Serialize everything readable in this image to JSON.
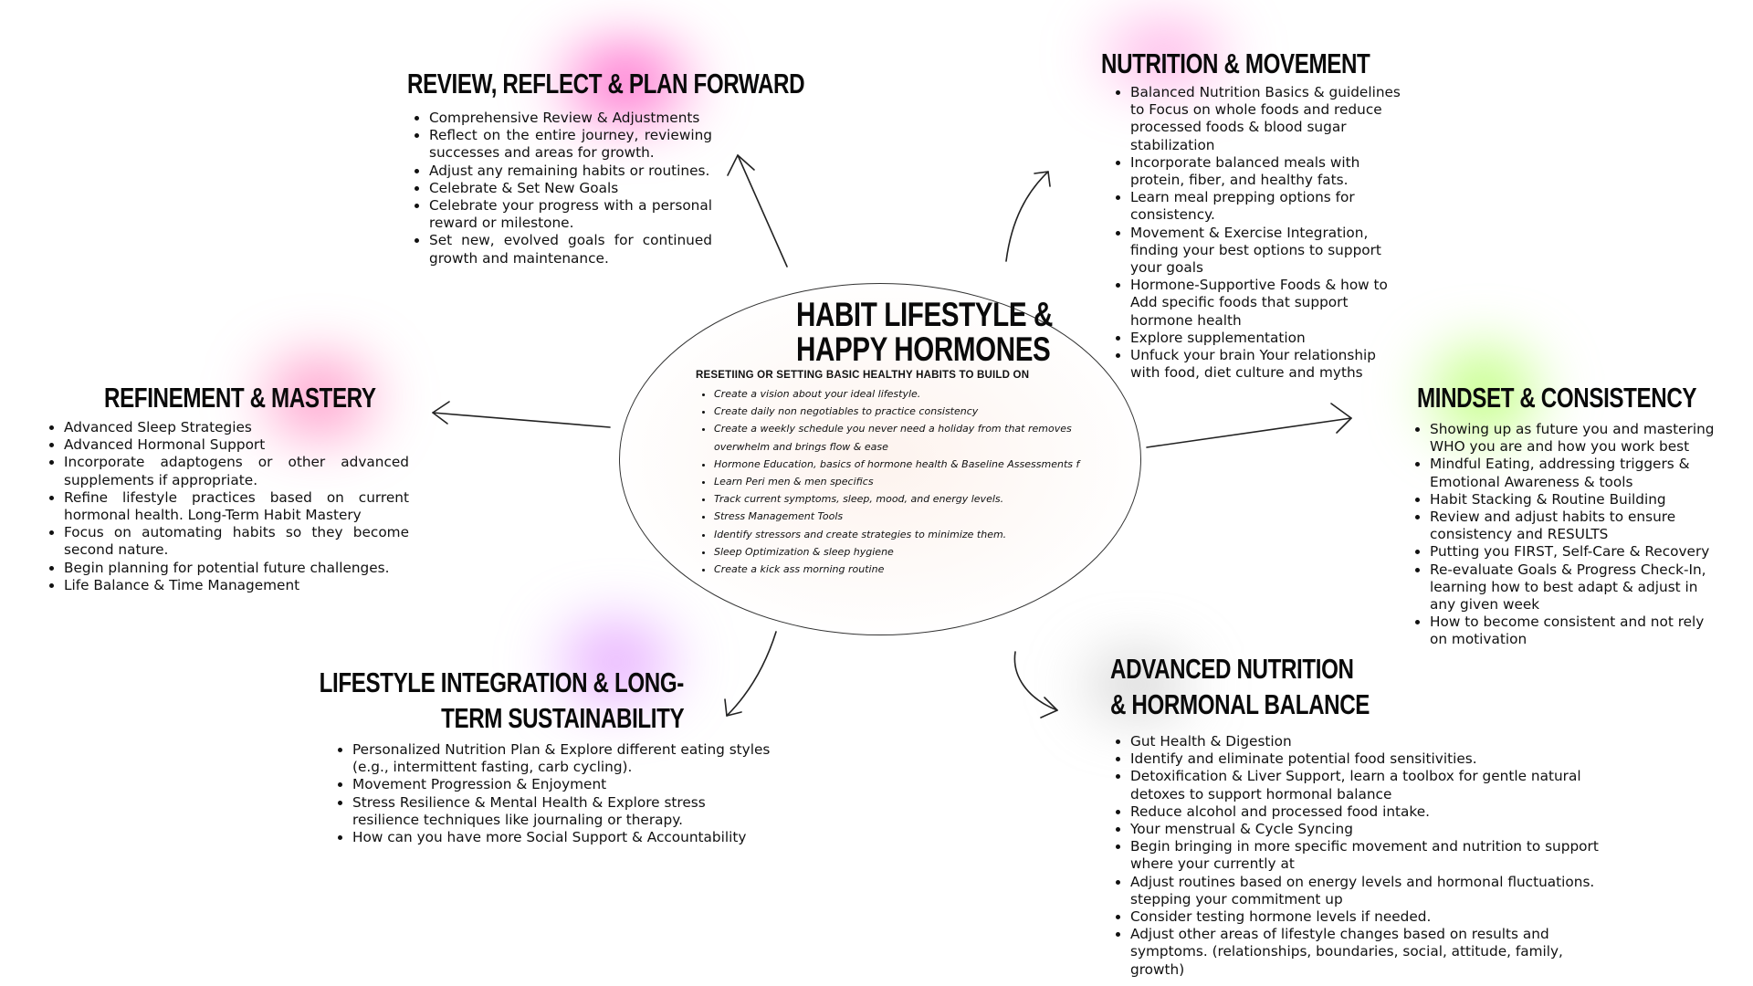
{
  "center": {
    "title_line1": "HABIT LIFESTYLE &",
    "title_line2": "HAPPY HORMONES",
    "subtitle": "RESETIING OR SETTING BASIC HEALTHY HABITS TO BUILD ON",
    "items": [
      "Create a vision   about your ideal lifestyle.",
      "Create daily non negotiables to practice consistency",
      "Create a weekly schedule you never need a holiday from that removes overwhelm and brings flow & ease",
      "Hormone Education, basics of hormone health & Baseline Assessments f",
      "Learn Peri men & men specifics",
      "Track current symptoms, sleep, mood, and energy levels.",
      "Stress Management Tools",
      "Identify stressors and create strategies to minimize them.",
      "Sleep Optimization & sleep hygiene",
      "Create a kick ass morning routine"
    ]
  },
  "review": {
    "title": "REVIEW, REFLECT & PLAN FORWARD",
    "items": [
      "Comprehensive Review & Adjustments",
      "Reflect on the entire journey, reviewing successes and areas for growth.",
      "Adjust any remaining habits or routines.",
      "Celebrate & Set New Goals",
      "Celebrate your progress with a personal reward or milestone.",
      "Set new, evolved goals for continued growth and maintenance."
    ]
  },
  "nutrition": {
    "title": "NUTRITION & MOVEMENT",
    "items": [
      "Balanced Nutrition Basics & guidelines to Focus on whole foods and reduce processed foods & blood sugar stabilization",
      "Incorporate balanced meals with protein, fiber, and healthy fats.",
      "Learn meal prepping options for consistency.",
      "Movement & Exercise Integration, finding your best options to support your goals",
      "Hormone-Supportive Foods & how to Add specific foods that support hormone health",
      "Explore supplementation",
      "Unfuck your brain Your relationship with food, diet culture and myths"
    ]
  },
  "refinement": {
    "title": "REFINEMENT & MASTERY",
    "items": [
      "Advanced Sleep Strategies",
      "Advanced Hormonal Support",
      "Incorporate adaptogens or other advanced supplements if appropriate.",
      "Refine lifestyle practices based on current hormonal health. Long-Term Habit Mastery",
      "Focus on automating habits so they become second nature.",
      "Begin planning for potential future challenges.",
      "Life Balance & Time Management"
    ]
  },
  "mindset": {
    "title": "MINDSET & CONSISTENCY",
    "items": [
      "Showing up as future you and mastering WHO you are and how you work best",
      "Mindful Eating, addressing triggers & Emotional Awareness & tools",
      "Habit Stacking & Routine Building",
      "Review and adjust habits to ensure consistency and RESULTS",
      "Putting you FIRST, Self-Care & Recovery",
      "Re-evaluate Goals & Progress Check-In, learning how to best adapt & adjust in any given week",
      "How to become consistent and not rely on motivation"
    ]
  },
  "lifestyle": {
    "title_line1": "LIFESTYLE INTEGRATION & LONG-",
    "title_line2": "TERM SUSTAINABILITY",
    "items": [
      "Personalized Nutrition Plan & Explore different eating styles (e.g., intermittent fasting, carb cycling).",
      "Movement Progression & Enjoyment",
      "Stress Resilience & Mental Health & Explore stress resilience techniques like journaling or therapy.",
      "How can you have more Social Support & Accountability"
    ]
  },
  "advanced": {
    "title_line1": "ADVANCED NUTRITION",
    "title_line2": "& HORMONAL BALANCE",
    "items": [
      "Gut Health & Digestion",
      "Identify and eliminate potential food sensitivities.",
      "Detoxification & Liver Support, learn a toolbox for gentle natural detoxes to support hormonal balance",
      "Reduce alcohol and processed food intake.",
      "Your menstrual & Cycle Syncing",
      "Begin bringing in more specific movement and nutrition to support where your currently at",
      "Adjust routines based on energy levels and hormonal fluctuations. stepping your commitment up",
      "Consider testing hormone levels if needed.",
      "Adjust other areas of lifestyle changes based on results and symptoms. (relationships, boundaries, social, attitude, family, growth)"
    ]
  },
  "colors": {
    "glow_pink": "#ff5fc8",
    "glow_violet": "#d87cff",
    "glow_green": "#b6ff6a",
    "glow_grey": "#c8c8c8"
  }
}
